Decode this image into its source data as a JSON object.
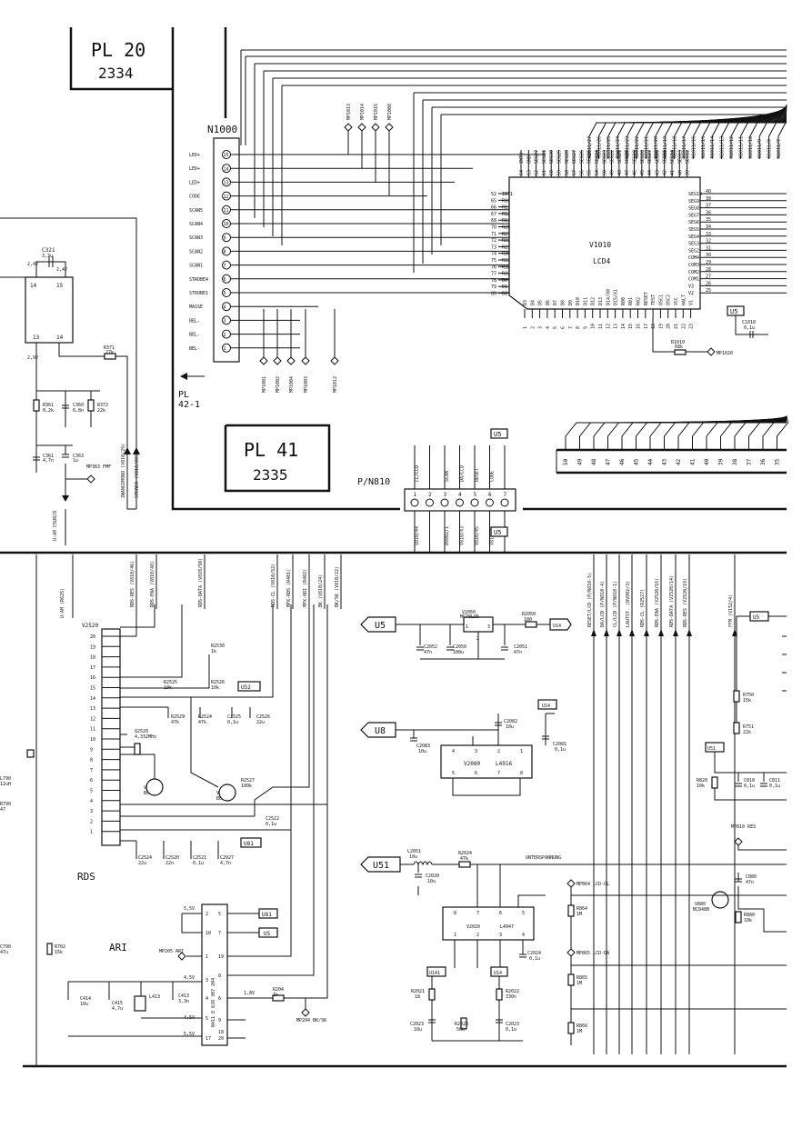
{
  "plates": {
    "pl20": {
      "line1": "PL 20",
      "line2": "2334"
    },
    "pl41": {
      "line1": "PL 41",
      "line2": "2335"
    },
    "pl42": {
      "line1": "PL",
      "line2": "42-1"
    }
  },
  "connector_n1000": {
    "ref": "N1000",
    "pins": [
      {
        "num": "15",
        "name": "LED+"
      },
      {
        "num": "14",
        "name": "LED+"
      },
      {
        "num": "13",
        "name": "LED+"
      },
      {
        "num": "12",
        "name": "CODE"
      },
      {
        "num": "11",
        "name": "SCAN5"
      },
      {
        "num": "10",
        "name": "SCAN4"
      },
      {
        "num": "9",
        "name": "SCAN3"
      },
      {
        "num": "8",
        "name": "SCAN2"
      },
      {
        "num": "7",
        "name": "SCAN1"
      },
      {
        "num": "6",
        "name": "STROBE4"
      },
      {
        "num": "5",
        "name": "STROBE1"
      },
      {
        "num": "4",
        "name": "MASSE"
      },
      {
        "num": "3",
        "name": "BEL-"
      },
      {
        "num": "2",
        "name": "BEL-"
      },
      {
        "num": "1",
        "name": "BEL-"
      }
    ],
    "test_points_top": [
      "MP1013",
      "MP1014",
      "MP1015",
      "MP1008"
    ],
    "test_points_bottom": [
      "MP1001",
      "MP1002",
      "MP1004",
      "MP1003",
      "MP1012"
    ]
  },
  "lcd_driver": {
    "ref": "V1010",
    "type": "LCD4",
    "left_pins": [
      {
        "num": "52",
        "name": "INT1"
      },
      {
        "num": "65",
        "name": "R10"
      },
      {
        "num": "66",
        "name": "R11"
      },
      {
        "num": "67",
        "name": "R12"
      },
      {
        "num": "68",
        "name": "R13"
      },
      {
        "num": "70",
        "name": "R20"
      },
      {
        "num": "71",
        "name": "R21"
      },
      {
        "num": "72",
        "name": "R22"
      },
      {
        "num": "73",
        "name": "R23"
      },
      {
        "num": "74",
        "name": "R30"
      },
      {
        "num": "75",
        "name": "R31"
      },
      {
        "num": "76",
        "name": "R32"
      },
      {
        "num": "77",
        "name": "R33"
      },
      {
        "num": "78",
        "name": "D0"
      },
      {
        "num": "79",
        "name": "D1"
      },
      {
        "num": "80",
        "name": "D2"
      }
    ],
    "right_pins": [
      {
        "num": "40",
        "name": "SEG10"
      },
      {
        "num": "38",
        "name": "SEG9"
      },
      {
        "num": "37",
        "name": "SEG8"
      },
      {
        "num": "36",
        "name": "SEG7"
      },
      {
        "num": "35",
        "name": "SEG6"
      },
      {
        "num": "34",
        "name": "SEG5"
      },
      {
        "num": "33",
        "name": "SEG4"
      },
      {
        "num": "32",
        "name": "SEG3"
      },
      {
        "num": "31",
        "name": "SEG2"
      },
      {
        "num": "30",
        "name": "COM4"
      },
      {
        "num": "29",
        "name": "COM3"
      },
      {
        "num": "28",
        "name": "COM2"
      },
      {
        "num": "27",
        "name": "COM1"
      },
      {
        "num": "26",
        "name": "V3"
      },
      {
        "num": "25",
        "name": "V2"
      }
    ],
    "top_pins": [
      {
        "num": "64",
        "name": "INT0"
      },
      {
        "num": "63",
        "name": "GND"
      },
      {
        "num": "62",
        "name": "SEG27"
      },
      {
        "num": "61",
        "name": "SEG31"
      },
      {
        "num": "60",
        "name": "SEG30"
      },
      {
        "num": "59",
        "name": "SEG29"
      },
      {
        "num": "58",
        "name": "SEG28"
      },
      {
        "num": "57",
        "name": "SEG27"
      },
      {
        "num": "56",
        "name": "SEG26"
      },
      {
        "num": "55",
        "name": "SEG25"
      },
      {
        "num": "54",
        "name": "SEG24"
      },
      {
        "num": "50",
        "name": "SEG23"
      },
      {
        "num": "49",
        "name": "SEG22"
      },
      {
        "num": "48",
        "name": "SEG21"
      },
      {
        "num": "47",
        "name": "SEG20"
      },
      {
        "num": "46",
        "name": "SEG19"
      },
      {
        "num": "45",
        "name": "SEG18"
      },
      {
        "num": "44",
        "name": "SEG17"
      },
      {
        "num": "43",
        "name": "SEG16"
      },
      {
        "num": "42",
        "name": "SEG15"
      },
      {
        "num": "41",
        "name": "SEG14"
      },
      {
        "num": "40",
        "name": "SEG13"
      },
      {
        "num": "39",
        "name": "SEG12"
      }
    ],
    "bottom_pins": [
      {
        "num": "1",
        "name": "D3"
      },
      {
        "num": "2",
        "name": "D4"
      },
      {
        "num": "3",
        "name": "D5"
      },
      {
        "num": "4",
        "name": "D6"
      },
      {
        "num": "5",
        "name": "D7"
      },
      {
        "num": "6",
        "name": "D8"
      },
      {
        "num": "7",
        "name": "D9"
      },
      {
        "num": "8",
        "name": "D10"
      },
      {
        "num": "9",
        "name": "D11"
      },
      {
        "num": "10",
        "name": "D12"
      },
      {
        "num": "11",
        "name": "D13"
      },
      {
        "num": "12",
        "name": "D14/X0"
      },
      {
        "num": "13",
        "name": "D15/X1"
      },
      {
        "num": "14",
        "name": "R00"
      },
      {
        "num": "15",
        "name": "R01"
      },
      {
        "num": "16",
        "name": "R02"
      },
      {
        "num": "17",
        "name": "RESET"
      },
      {
        "num": "18",
        "name": "TEST"
      },
      {
        "num": "19",
        "name": "OSC1"
      },
      {
        "num": "20",
        "name": "OSC2"
      },
      {
        "num": "21",
        "name": "VCC"
      },
      {
        "num": "22",
        "name": "HALT"
      },
      {
        "num": "23",
        "name": "V1"
      }
    ],
    "top_right_labels": [
      "N1011/27",
      "N1011/26",
      "N1011/25",
      "N1011/24",
      "N1011/23",
      "N1011/22",
      "N1011/21",
      "N1011/20",
      "N1011/19",
      "N1011/18",
      "N1011/17",
      "N1011/16",
      "N1011/15",
      "N1011/14",
      "N1011/13",
      "N1011/12",
      "N1011/11",
      "N1011/10",
      "N1011/9",
      "N1011/8",
      "N1011/7"
    ],
    "supply_tag": "U5",
    "cap_ref": "C1010",
    "cap_val": "0,1u",
    "res_ref": "R1010",
    "res_val": "68k",
    "test_point": "MP1020"
  },
  "connector_pn810": {
    "ref": "P/N810",
    "pin_nums": [
      "1",
      "2",
      "3",
      "4",
      "5",
      "6",
      "7"
    ],
    "top_labels": [
      "CL/LCD",
      "SCAN",
      "DA/LCD",
      "RESET",
      "CODE"
    ],
    "bottom_labels": [
      "V810/44",
      "DV802/1",
      "V810/43",
      "V810/45",
      "V810/42"
    ],
    "supply_tag_top": "U5",
    "supply_tag_bottom": "U5"
  },
  "lcd_connector_strip": [
    "50",
    "49",
    "48",
    "47",
    "46",
    "45",
    "44",
    "43",
    "42",
    "41",
    "40",
    "39",
    "38",
    "37",
    "36",
    "35"
  ],
  "rds": {
    "title": "RDS",
    "ic_ref": "V2520",
    "pins": [
      "20",
      "19",
      "18",
      "17",
      "16",
      "15",
      "14",
      "13",
      "12",
      "11",
      "10",
      "9",
      "8",
      "7",
      "6",
      "5",
      "4",
      "3",
      "2",
      "1"
    ],
    "signals": [
      "RDS-RES (V810/46)",
      "RDS-ENA (V810/48)",
      "RDS-DATA (V810/50)",
      "RDS-CL (V810/52)",
      "MPX-RDS (R401)",
      "MPX-ARI (R402)",
      "BK (V810/24)",
      "BK/SK (V810/22)"
    ],
    "parts": [
      {
        "ref": "R2530",
        "val": "1k"
      },
      {
        "ref": "R2525",
        "val": "10k"
      },
      {
        "ref": "R2526",
        "val": "10k"
      },
      {
        "ref": "R2529",
        "val": "47k"
      },
      {
        "ref": "R2524",
        "val": "47k"
      },
      {
        "ref": "C2525",
        "val": "0,1u"
      },
      {
        "ref": "C2526",
        "val": "22u"
      },
      {
        "ref": "Q2520",
        "val": "4,332MHz"
      },
      {
        "ref": "V2528",
        "val": "BC848B"
      },
      {
        "ref": "V2527",
        "val": "BC848B"
      },
      {
        "ref": "R2527",
        "val": "180k"
      },
      {
        "ref": "C2522",
        "val": "0,1u"
      },
      {
        "ref": "C2524",
        "val": "22u"
      },
      {
        "ref": "C2520",
        "val": "22n"
      },
      {
        "ref": "C2521",
        "val": "0,1u"
      },
      {
        "ref": "C2927",
        "val": "4,7n"
      }
    ],
    "supply_tags": [
      "U52",
      "U81"
    ]
  },
  "ari": {
    "title": "ARI",
    "ic_ref": "N411",
    "ic_type": "8 638 307 204",
    "left_pins": [
      "2",
      "10",
      "1",
      "3",
      "4",
      "5",
      "17"
    ],
    "right_pins": [
      "5",
      "7",
      "19",
      "8",
      "6",
      "9",
      "18",
      "20"
    ],
    "rail_labels": [
      "5,5V",
      "4,5V",
      "4,5V",
      "5,5V",
      "1,8V"
    ],
    "supply_tags": [
      "U81",
      "U5"
    ],
    "test_points": [
      "MP205 ARI",
      "MP204 BK/SK"
    ],
    "parts": [
      {
        "ref": "C414",
        "val": "10u"
      },
      {
        "ref": "C415",
        "val": "4,7u"
      },
      {
        "ref": "L413",
        "val": ""
      },
      {
        "ref": "C413",
        "val": "3,3n"
      },
      {
        "ref": "R204",
        "val": "1k"
      }
    ]
  },
  "power": {
    "rails": [
      "U5",
      "U8",
      "U51"
    ],
    "regulator": {
      "ref": "V2050",
      "type": "MC78L05",
      "pin_in": "1",
      "pin_gnd": "2",
      "pin_out": "3"
    },
    "r2050": {
      "ref": "R2050",
      "val": "180"
    },
    "c2052": {
      "ref": "C2052",
      "val": "47n"
    },
    "c2050": {
      "ref": "C2050",
      "val": "100u"
    },
    "c2051": {
      "ref": "C2051",
      "val": "47n"
    },
    "u14_tag": "U14",
    "ic2080": {
      "ref": "V2080",
      "type": "L4916",
      "top_pins": [
        "4",
        "3",
        "2",
        "1"
      ],
      "bottom_pins": [
        "5",
        "6",
        "7",
        "8"
      ]
    },
    "c2082": {
      "ref": "C2082",
      "val": "10u"
    },
    "c2083": {
      "ref": "C2083",
      "val": "10u"
    },
    "c2081": {
      "ref": "C2081",
      "val": "0,1u"
    },
    "l2051": {
      "ref": "L2051",
      "val": "10u"
    },
    "r2024": {
      "ref": "R2024",
      "val": "47k"
    },
    "c2020": {
      "ref": "C2020",
      "val": "10u"
    },
    "note": "UNTERSPANNUNG",
    "ic2020": {
      "ref": "V2020",
      "type": "L4947",
      "top_pins": [
        "8",
        "7",
        "6",
        "5"
      ],
      "bottom_pins": [
        "1",
        "2",
        "3",
        "4"
      ]
    },
    "c2024": {
      "ref": "C2024",
      "val": "0,1u"
    },
    "tags_low": [
      "U141",
      "U14"
    ],
    "r2021": {
      "ref": "R2021",
      "val": "18"
    },
    "r2022": {
      "ref": "R2022",
      "val": "330n"
    },
    "c2023": {
      "ref": "C2023",
      "val": "10u"
    },
    "r2023": {
      "ref": "R2023",
      "val": "56k"
    },
    "c2029": {
      "ref": "C2023",
      "val": "0,1u"
    }
  },
  "bus_right": {
    "labels": [
      "RESET/LCD (P/N810-5)",
      "DA/LCD (P/N810-4)",
      "CL/LCD (P/N810-1)",
      "LAUTST. (DV802/3)",
      "RDS-CL (R2527)",
      "RDS-ENA (V2520/16)",
      "RDS-DATA (V2520/14)",
      "RDS-RES (V2520/19)",
      "FFM (V152/4)"
    ]
  },
  "right_block": {
    "u5": "U5",
    "u51": "U51",
    "r750": {
      "ref": "R750",
      "val": "15k"
    },
    "r751": {
      "ref": "R751",
      "val": "22k"
    },
    "r820": {
      "ref": "R820",
      "val": "10k"
    },
    "c810": {
      "ref": "C810",
      "val": "0,1u"
    },
    "c811": {
      "ref": "C811",
      "val": "0,1u"
    },
    "mp810": "MP810 RES",
    "c880": {
      "ref": "C880",
      "val": "47n"
    },
    "v880": {
      "ref": "V880",
      "val": "BC848B"
    },
    "r880": {
      "ref": "R880",
      "val": "10k"
    },
    "mp864": "MP864 LCD-CL",
    "r864": {
      "ref": "R864",
      "val": "1M"
    },
    "mp865": "MP865 LCD-DA",
    "r865": {
      "ref": "R865",
      "val": "1M"
    },
    "r866": {
      "ref": "R866",
      "val": "1M"
    }
  },
  "left_block": {
    "c321": {
      "ref": "C321",
      "val": "3,3u"
    },
    "rail_labels": [
      "2,4V",
      "2,4V",
      "2,9V"
    ],
    "pins_top": [
      "14",
      "15"
    ],
    "pins_bottom": [
      "13",
      "14"
    ],
    "r371": {
      "ref": "R371",
      "val": "27k"
    },
    "r361": {
      "ref": "R361",
      "val": "8,2k"
    },
    "c360": {
      "ref": "C360",
      "val": "6,8n"
    },
    "r372": {
      "ref": "R372",
      "val": "22k"
    },
    "c361": {
      "ref": "C361",
      "val": "4,7n"
    },
    "c363": {
      "ref": "C363",
      "val": "1u"
    },
    "mp363": "MP363 FMF",
    "vertical_labels": [
      "ZWANGSMONO (V810/29)",
      "STEREO (V810/28)",
      "U-AM (R625)",
      "U-AM C5U0/8"
    ],
    "l790": {
      "ref": "L790",
      "val": "12uH"
    },
    "r790": {
      "ref": "R790",
      "val": "47"
    },
    "c790": {
      "ref": "C790",
      "val": "47u"
    },
    "r702": {
      "ref": "R702",
      "val": "15k"
    }
  }
}
